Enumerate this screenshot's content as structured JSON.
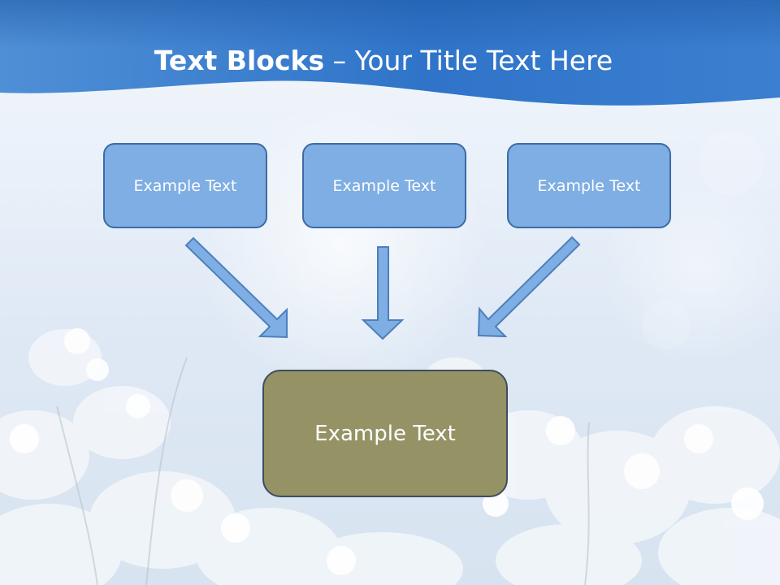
{
  "slide": {
    "title_bold": "Text Blocks",
    "title_dash": " – ",
    "title_rest": "Your Title Text Here"
  },
  "blocks": [
    {
      "label": "Example Text"
    },
    {
      "label": "Example Text"
    },
    {
      "label": "Example Text"
    }
  ],
  "result_block": {
    "label": "Example Text"
  },
  "colors": {
    "header_blue": "#2f73c8",
    "block_fill": "#7eaee3",
    "block_border": "#3c6ba5",
    "result_fill": "#959366",
    "result_border": "#3e4d5f",
    "arrow_fill": "#7eaee3"
  }
}
